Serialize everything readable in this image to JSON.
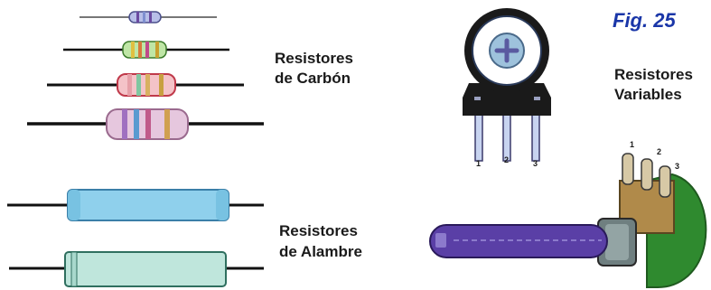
{
  "figure": {
    "label": "Fig. 25"
  },
  "groups": {
    "carbon": {
      "line1": "Resistores",
      "line2": "de Carbón"
    },
    "wire": {
      "line1": "Resistores",
      "line2": "de Alambre"
    },
    "variable": {
      "line1": "Resistores",
      "line2": "Variables"
    }
  },
  "trimmer_pins": [
    "1",
    "2",
    "3"
  ],
  "pot_pins": [
    "1",
    "2",
    "3"
  ],
  "colors": {
    "lead": "#111111",
    "carbon_bodies": [
      "#b8bfe8",
      "#bfe6a6",
      "#f4c3c8",
      "#e6c7de"
    ],
    "wire_bodies": [
      "#8fd0ec",
      "#bfe6dc"
    ],
    "trimmer_body": "#9ec2dc",
    "pot_shaft": "#5a3fa6",
    "pot_body": "#2f8a2f",
    "pot_lugs": "#b08a4a"
  }
}
